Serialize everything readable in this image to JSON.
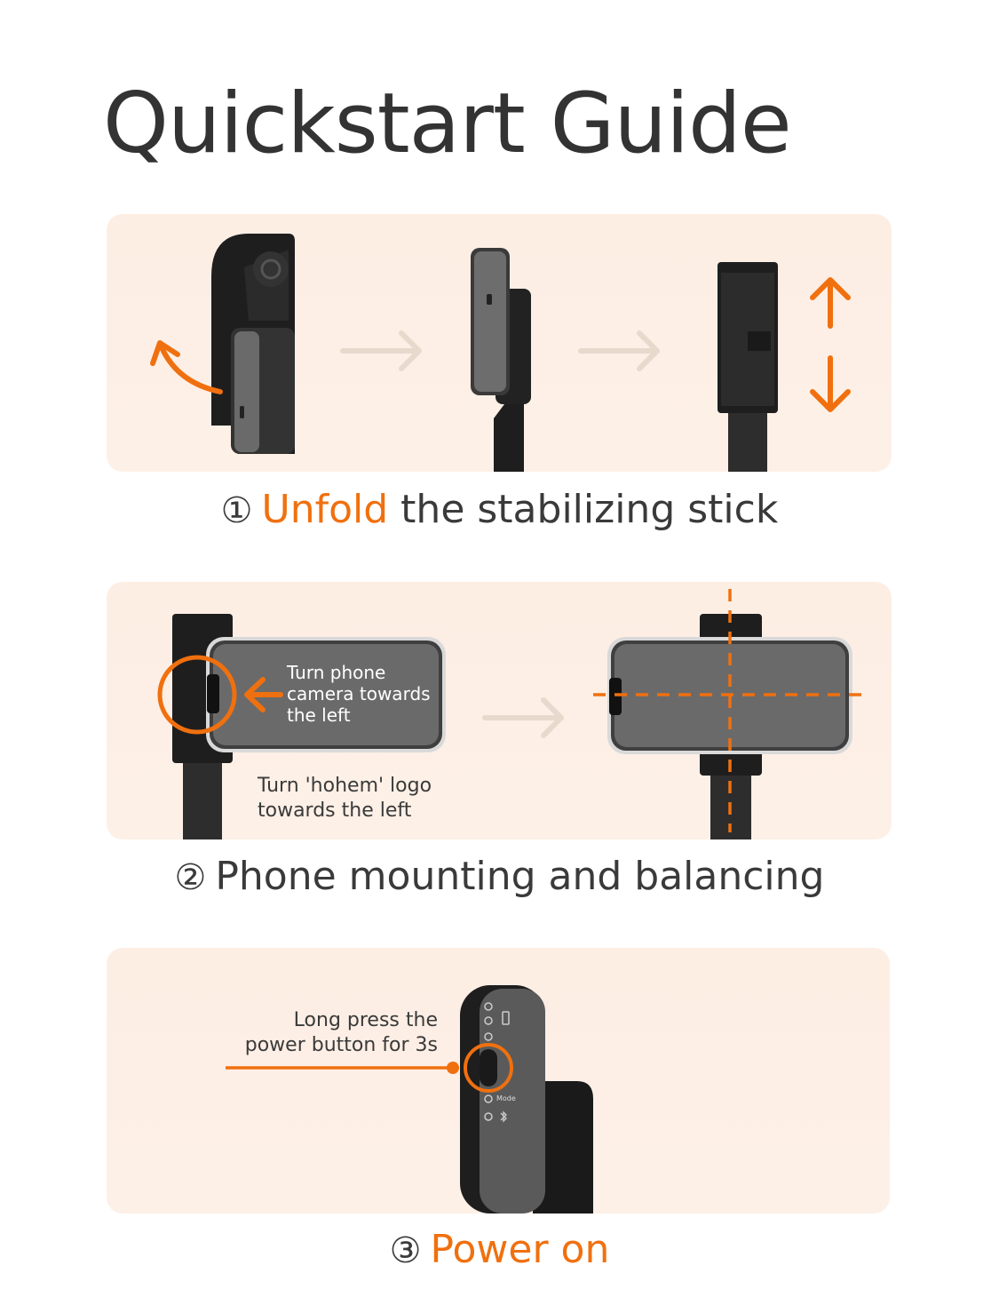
{
  "page": {
    "title": "Quickstart Guide",
    "accent_color": "#f0700f"
  },
  "step1": {
    "number": "①",
    "highlight": "Unfold",
    "rest": " the stabilizing stick",
    "icons": [
      "rotate-arrow-icon",
      "right-arrow-icon",
      "right-arrow-icon",
      "up-arrow-icon",
      "down-arrow-icon"
    ]
  },
  "step2": {
    "number": "②",
    "text": "Phone mounting and balancing",
    "note_phone": "Turn phone\ncamera towards\nthe left",
    "note_logo": "Turn 'hohem' logo\ntowards the left",
    "icons": [
      "left-arrow-icon",
      "right-arrow-icon",
      "crosshair-icon"
    ]
  },
  "step3": {
    "number": "③",
    "highlight": "Power on",
    "note_power": "Long press the\npower button for 3s",
    "device_label_mode": "Mode",
    "icons": [
      "power-button-highlight-icon",
      "battery-icon",
      "bluetooth-icon"
    ]
  }
}
